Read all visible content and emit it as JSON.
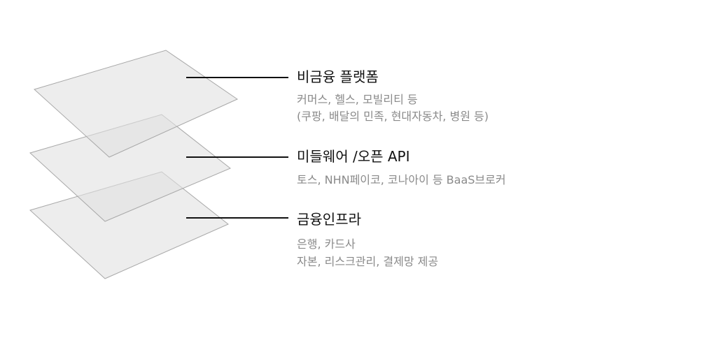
{
  "layers": [
    {
      "title": "비금융 플랫폼",
      "lines": [
        "커머스, 헬스, 모빌리티 등",
        "(쿠팡, 배달의 민족, 현대자동차, 병원 등)"
      ]
    },
    {
      "title": "미들웨어 /오픈 API",
      "lines": [
        "토스, NHN페이코, 코나아이 등  BaaS브로커"
      ]
    },
    {
      "title": "금융인프라",
      "lines": [
        "은행, 카드사",
        "자본, 리스크관리, 결제망 제공"
      ]
    }
  ],
  "colors": {
    "plane_fill": "#e8e8e8",
    "plane_stroke": "#a8a8a8",
    "leader": "#111111",
    "subtext": "#8a8a8a"
  }
}
